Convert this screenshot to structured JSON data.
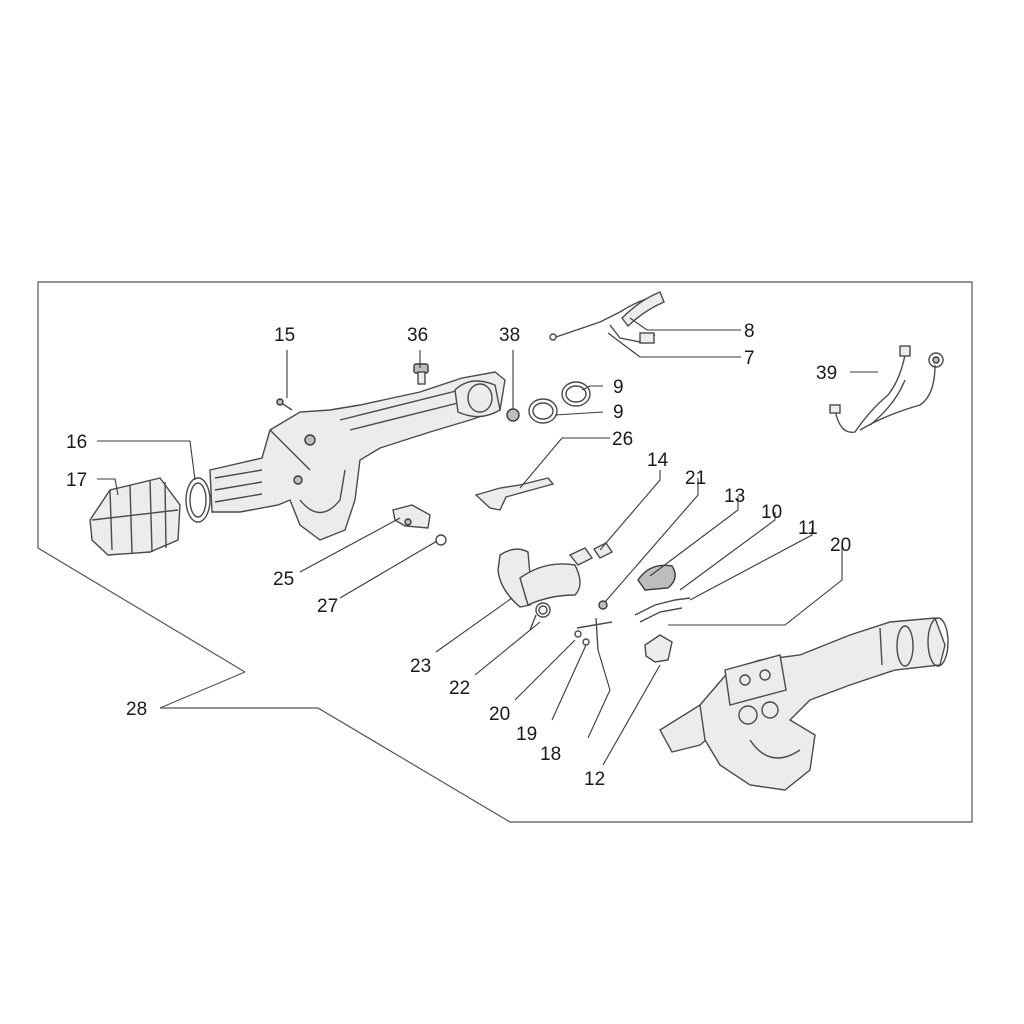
{
  "labels": {
    "l7": "7",
    "l8": "8",
    "l9a": "9",
    "l9b": "9",
    "l10": "10",
    "l11": "11",
    "l12": "12",
    "l13": "13",
    "l14": "14",
    "l15": "15",
    "l16": "16",
    "l17": "17",
    "l18": "18",
    "l19": "19",
    "l20a": "20",
    "l20b": "20",
    "l21": "21",
    "l22": "22",
    "l23": "23",
    "l25": "25",
    "l26": "26",
    "l27": "27",
    "l28": "28",
    "l36": "36",
    "l38": "38",
    "l39": "39"
  }
}
